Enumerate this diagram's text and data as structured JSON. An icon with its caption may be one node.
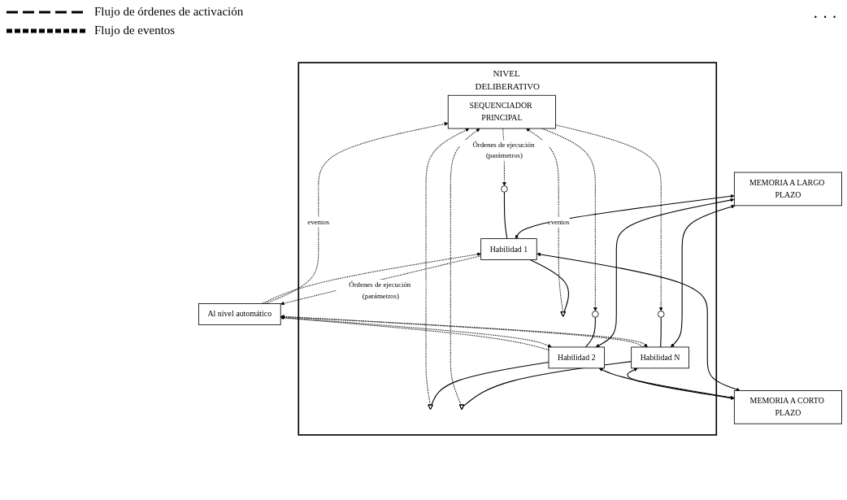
{
  "diagram": {
    "nodes": [
      {
        "text": [
          "MEMORIA A LARGO PLAZO"
        ]
      },
      {
        "text": [
          "NIVEL DELIBERATIVO"
        ]
      },
      {
        "text": [
          "SEQUENCIADOR PRINCIPAL"
        ],
        "in": 1
      },
      {
        "text": [],
        "shape": "circle",
        "in": 1
      },
      {
        "text": [],
        "shape": "circle",
        "in": 1
      },
      {
        "text": [],
        "shape": "circle",
        "in": 1
      },
      {
        "text": [
          "Habilidad 1"
        ],
        "in": 1
      },
      {
        "text": [
          "Habilidad 2"
        ],
        "in": 1
      },
      {
        "text": [
          "Habilidad N"
        ],
        "in": 1
      },
      {
        "text": [],
        "shape": "triangle",
        "in": 1
      },
      {
        "text": [],
        "shape": "triangle",
        "in": 1
      },
      {
        "text": [],
        "shape": "triangle",
        "in": 1
      },
      {
        "text": [
          "MEMORIA A CORTO PLAZO"
        ]
      },
      {
        "text": [
          "Al nivel automático"
        ]
      }
    ],
    "edges": [
      {
        "from": 0,
        "to": 6,
        "arrow": "both"
      },
      {
        "from": 0,
        "to": 7,
        "arrow": "both"
      },
      {
        "from": 0,
        "to": 8,
        "arrow": "both"
      },
      {
        "from": 2,
        "to": 3,
        "arrow": "to",
        "style": "dashed",
        "label": "Órdenes de ejecución (parámetros)"
      },
      {
        "from": 2,
        "to": 4,
        "arrow": "to",
        "style": "dashed"
      },
      {
        "from": 2,
        "to": 5,
        "arrow": "to",
        "style": "dashed"
      },
      {
        "from": 3,
        "to": 6,
        "arrow": "none"
      },
      {
        "from": 4,
        "to": 7,
        "arrow": "none"
      },
      {
        "from": 5,
        "to": 8,
        "arrow": "none"
      },
      {
        "from": 6,
        "to": 9,
        "arrow": "none"
      },
      {
        "from": 7,
        "to": 10,
        "arrow": "none"
      },
      {
        "from": 8,
        "to": 11,
        "arrow": "none"
      },
      {
        "from": 9,
        "to": 2,
        "arrow": "to",
        "style": "dashed",
        "label": "eventos"
      },
      {
        "from": 10,
        "to": 2,
        "arrow": "to",
        "style": "dashed"
      },
      {
        "from": 11,
        "to": 2,
        "arrow": "to",
        "style": "dashed"
      },
      {
        "from": 6,
        "to": 12,
        "arrow": "both"
      },
      {
        "from": 7,
        "to": 12,
        "arrow": "both"
      },
      {
        "from": 8,
        "to": 12,
        "arrow": "both"
      },
      {
        "from": 6,
        "to": 13,
        "arrow": "to",
        "style": "dashed",
        "label": "Órdenes de ejecución (parámetros)"
      },
      {
        "from": 7,
        "to": 13,
        "arrow": "to",
        "style": "dashed"
      },
      {
        "from": 8,
        "to": 13,
        "arrow": "to",
        "style": "dashed"
      },
      {
        "from": 13,
        "to": 2,
        "arrow": "to",
        "style": "dashed",
        "label": "eventos"
      },
      {
        "from": 13,
        "to": 6,
        "arrow": "to",
        "style": "dashed"
      },
      {
        "from": 13,
        "to": 7,
        "arrow": "to",
        "style": "dashed"
      },
      {
        "from": 13,
        "to": 8,
        "arrow": "to",
        "style": "dashed"
      }
    ],
    "labels": [
      "· · ·"
    ],
    "legend": [
      {
        "text": "Flujo de órdenes de activación"
      },
      {
        "text": "Flujo de eventos"
      }
    ]
  }
}
